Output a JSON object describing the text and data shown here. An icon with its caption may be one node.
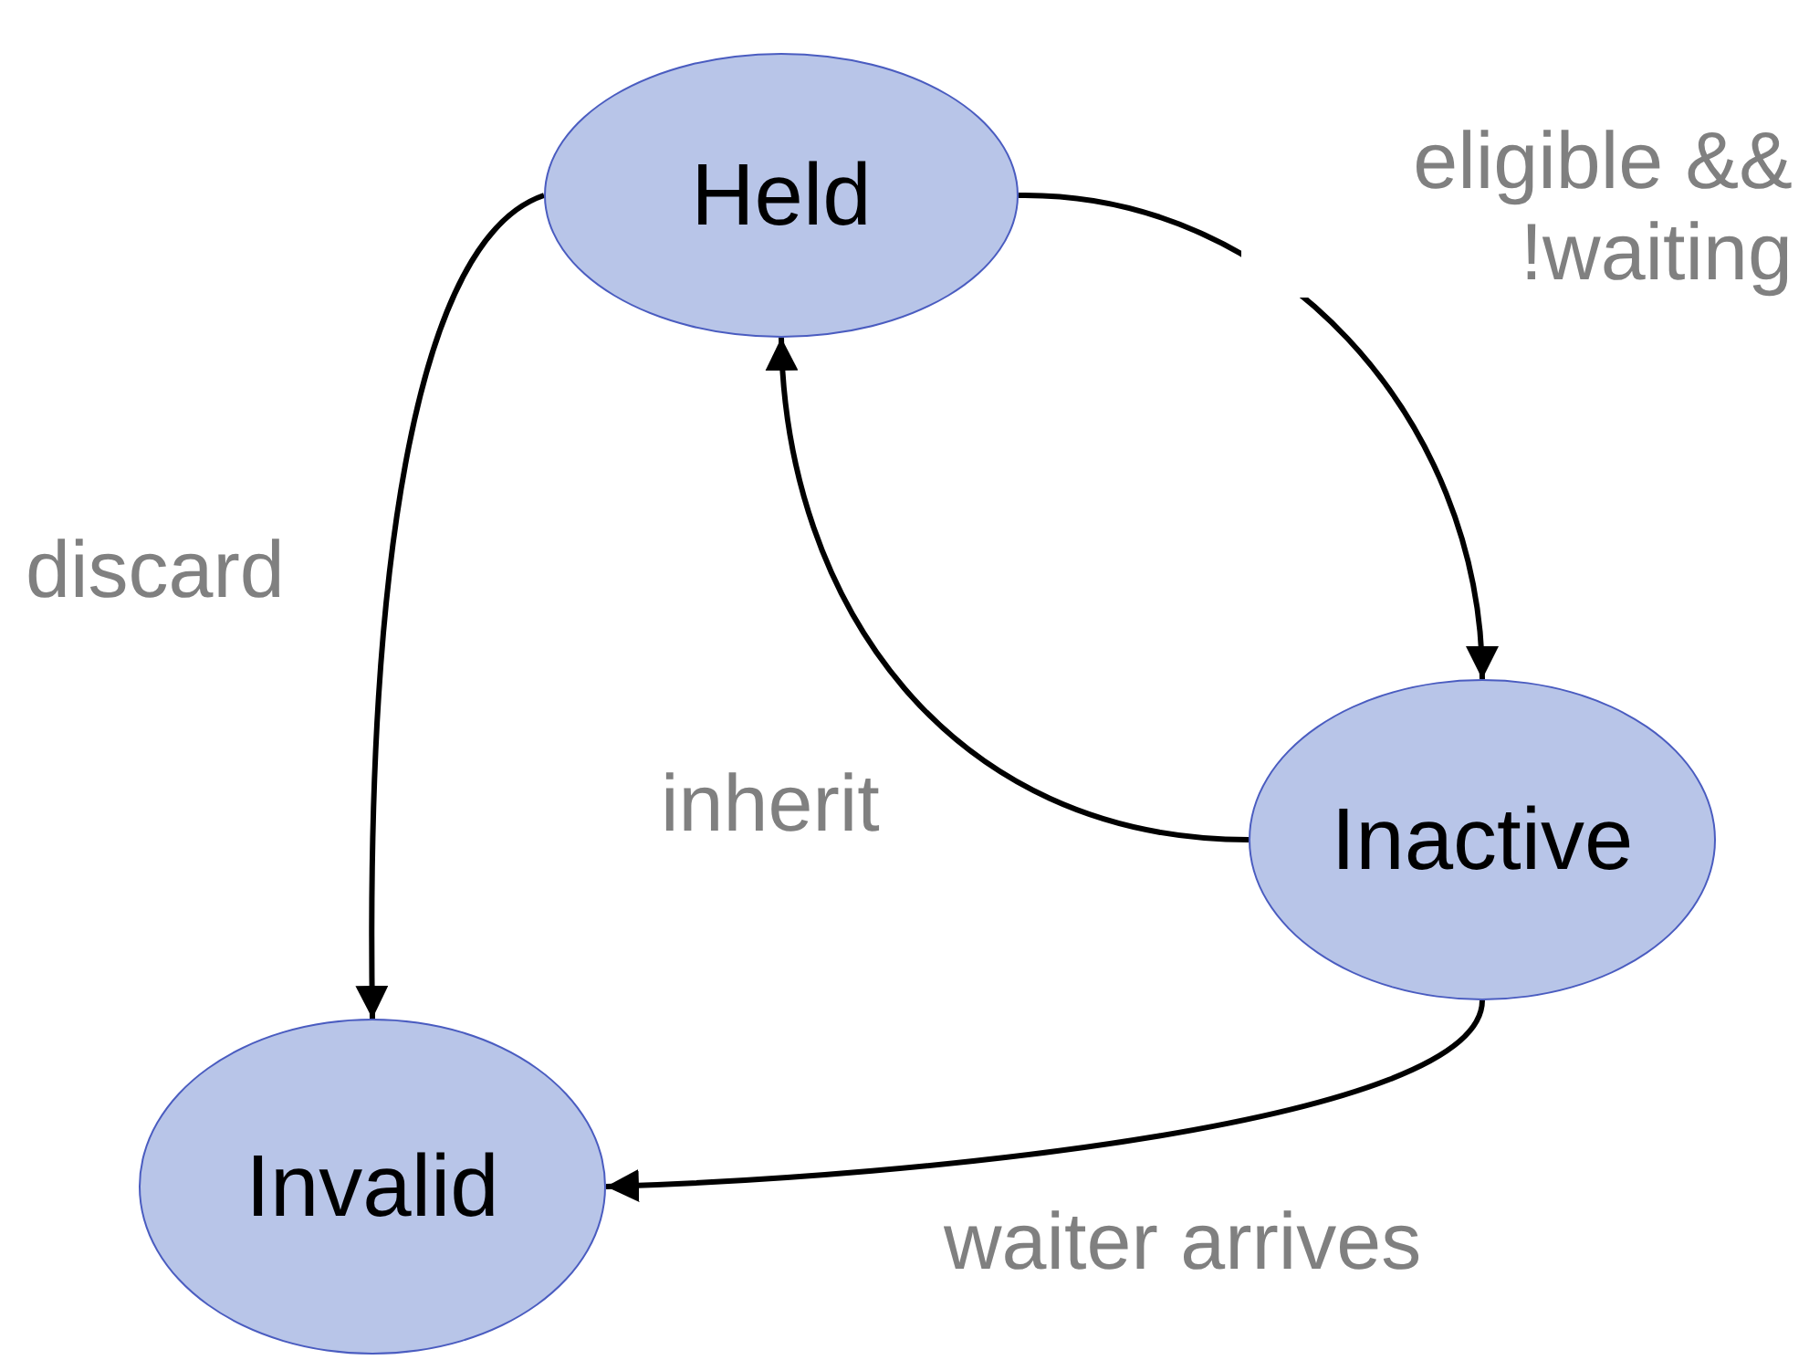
{
  "diagram": {
    "nodes": [
      {
        "text": [
          "Held"
        ]
      },
      {
        "text": [
          "Inactive"
        ]
      },
      {
        "text": [
          "Invalid"
        ]
      }
    ],
    "edges": [
      {
        "from": 0,
        "to": 2,
        "arrow": "to",
        "label": "discard"
      },
      {
        "from": 0,
        "to": 1,
        "arrow": "to",
        "label": "eligible && !waiting"
      },
      {
        "from": 1,
        "to": 0,
        "arrow": "to",
        "label": "inherit"
      },
      {
        "from": 1,
        "to": 2,
        "arrow": "to",
        "label": "waiter arrives"
      }
    ]
  }
}
